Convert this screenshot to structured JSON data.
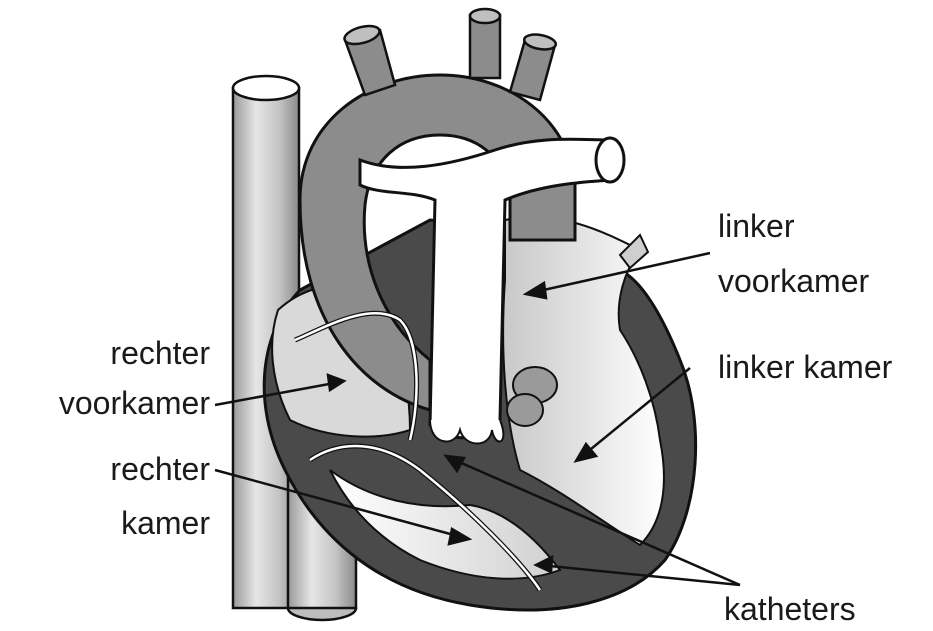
{
  "labels": {
    "linker_voorkamer_line1": "linker",
    "linker_voorkamer_line2": "voorkamer",
    "linker_kamer": "linker kamer",
    "rechter_voorkamer_line1": "rechter",
    "rechter_voorkamer_line2": "voorkamer",
    "rechter_kamer_line1": "rechter",
    "rechter_kamer_line2": "kamer",
    "katheters": "katheters"
  },
  "colors": {
    "outline": "#111111",
    "wall_dark": "#4a4a4a",
    "vessel_gray": "#8c8c8c",
    "chamber_light": "#f0f0f0",
    "white": "#ffffff"
  }
}
